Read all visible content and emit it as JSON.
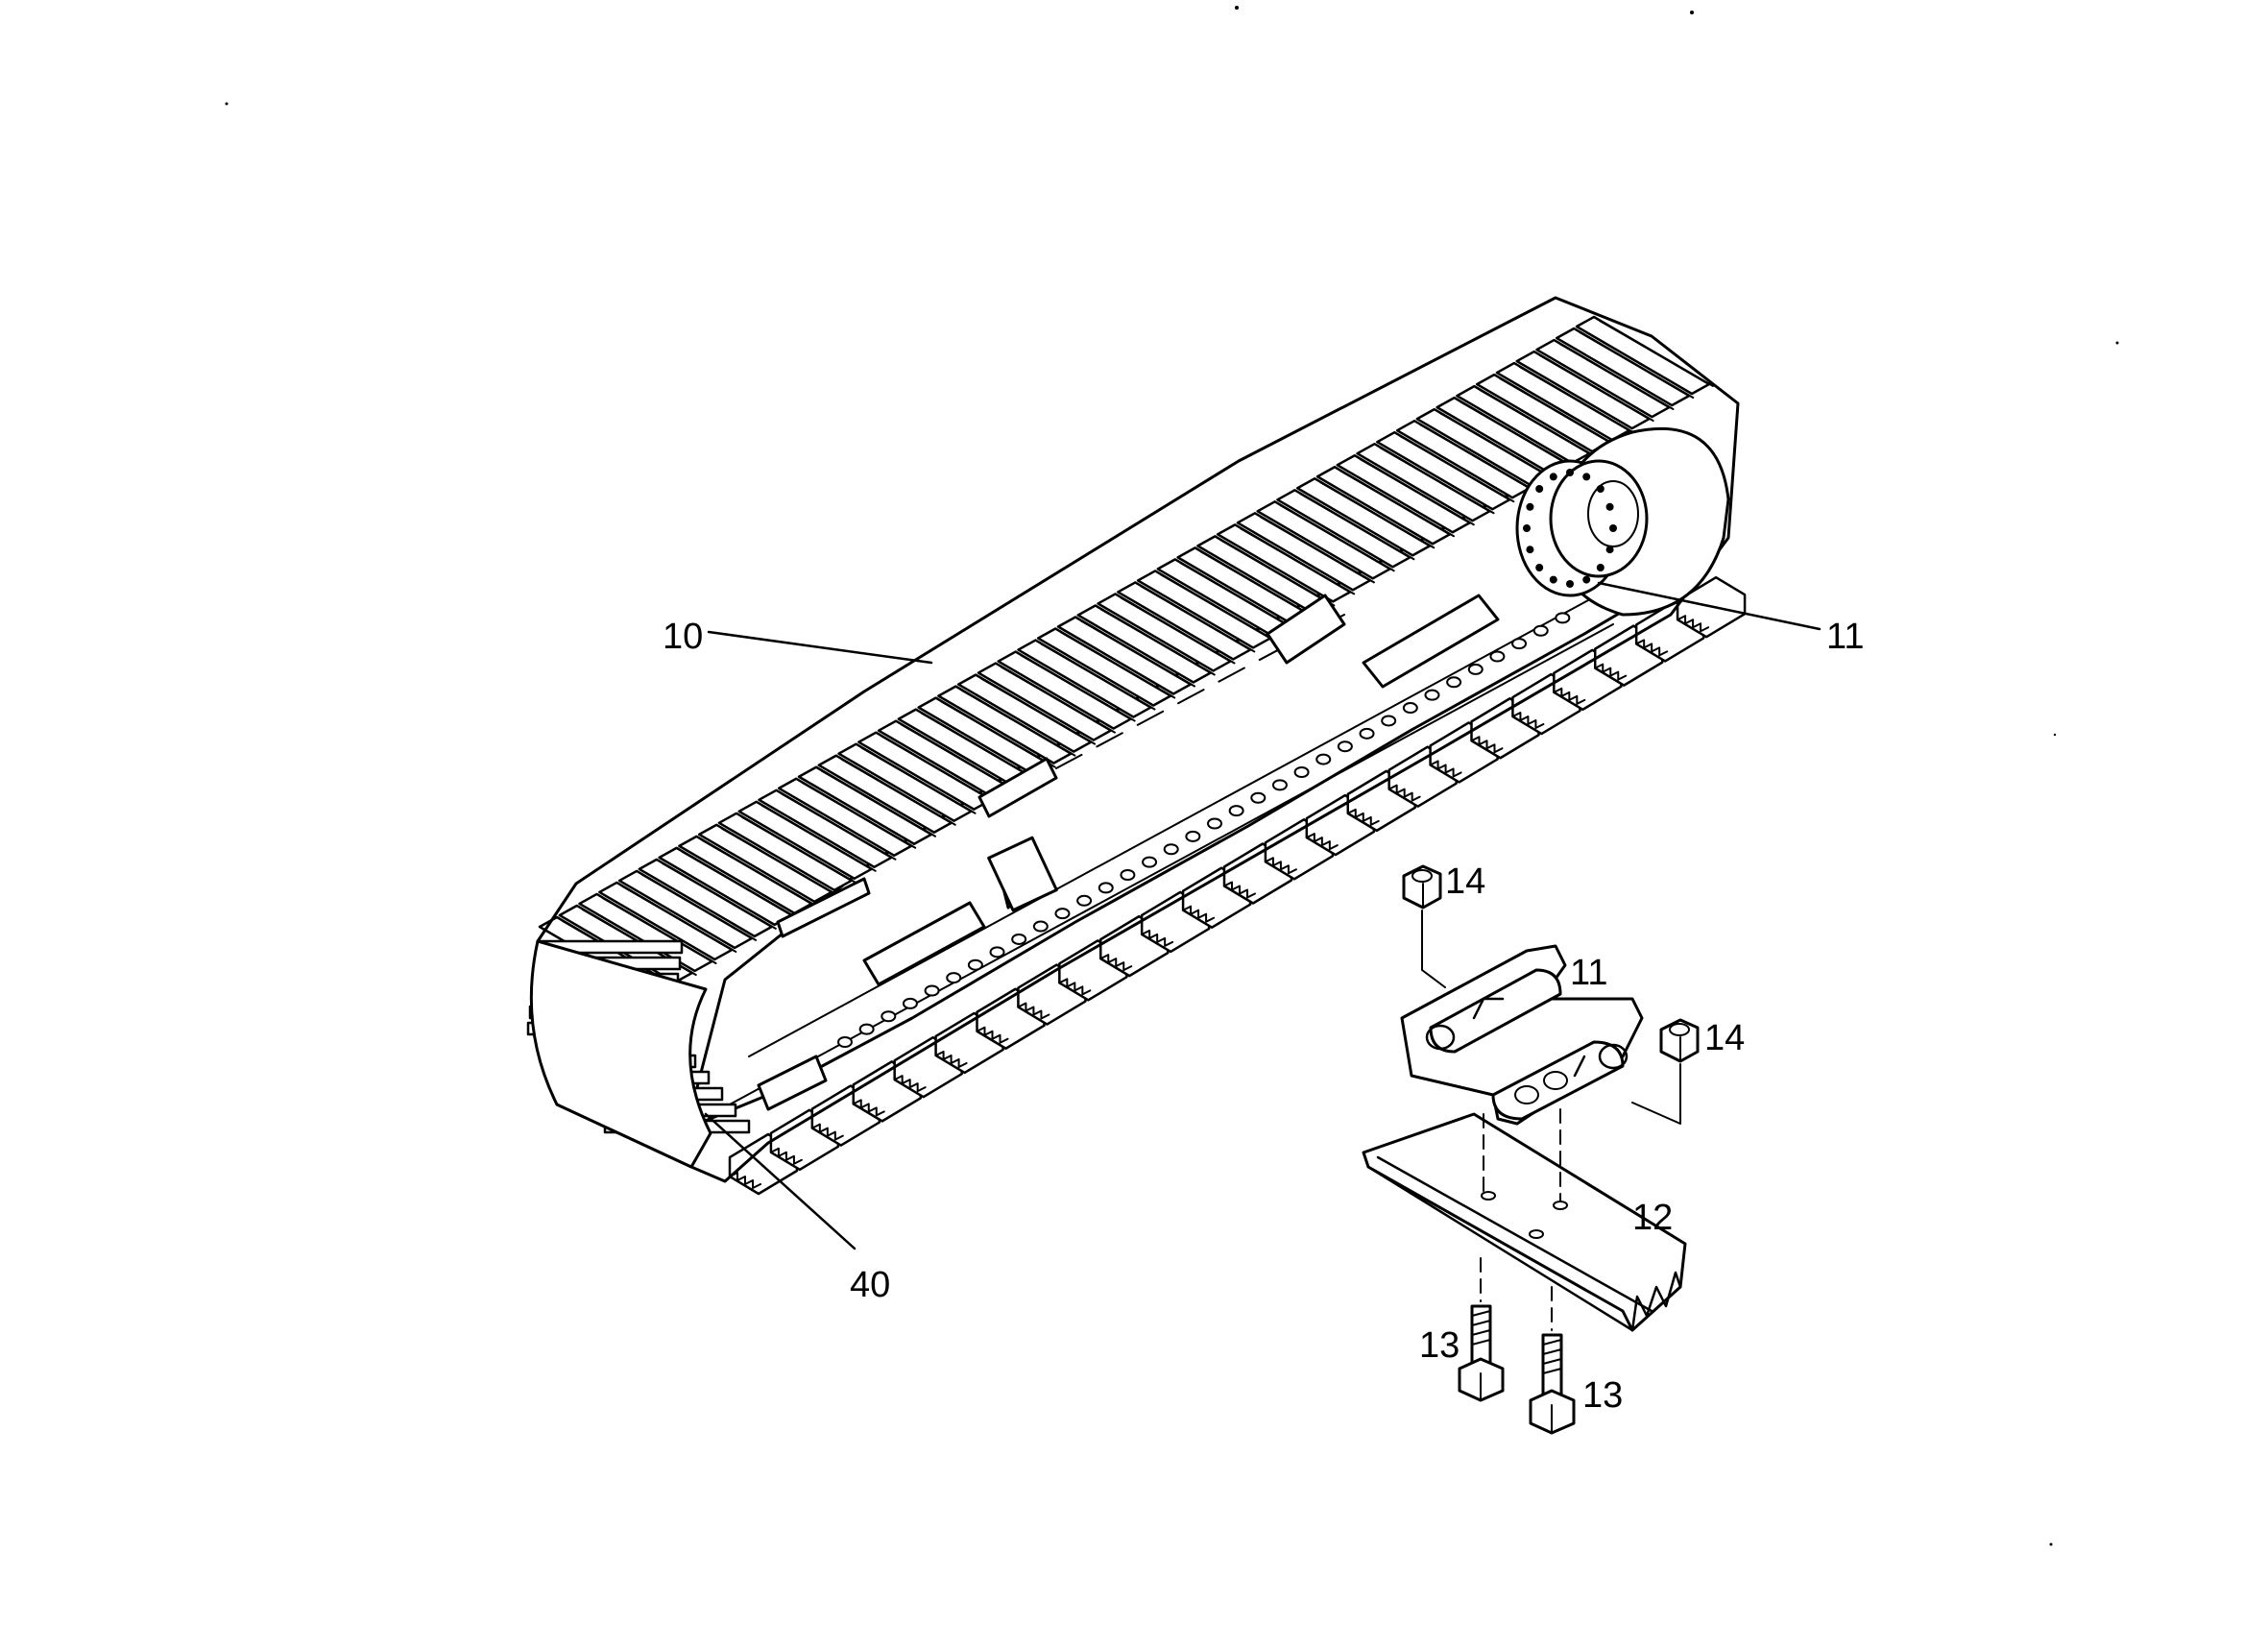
{
  "diagram": {
    "callouts": [
      {
        "id": "c10",
        "label": "10"
      },
      {
        "id": "c11a",
        "label": "11"
      },
      {
        "id": "c40",
        "label": "40"
      },
      {
        "id": "c14a",
        "label": "14"
      },
      {
        "id": "c11b",
        "label": "11"
      },
      {
        "id": "c14b",
        "label": "14"
      },
      {
        "id": "c12",
        "label": "12"
      },
      {
        "id": "c13a",
        "label": "13"
      },
      {
        "id": "c13b",
        "label": "13"
      }
    ]
  }
}
